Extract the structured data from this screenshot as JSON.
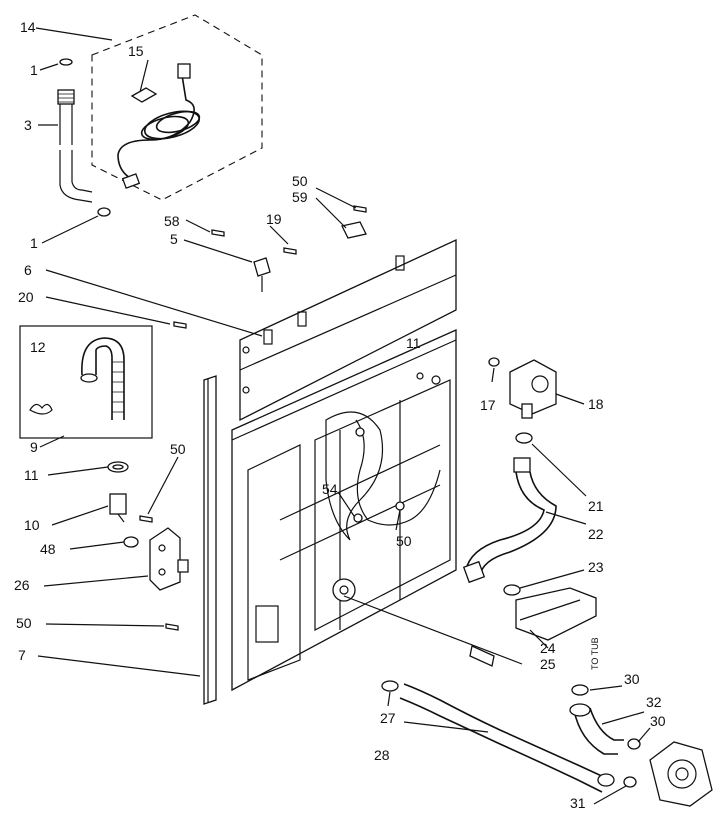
{
  "callouts": {
    "c1a": "1",
    "c1b": "1",
    "c3": "3",
    "c5": "5",
    "c6": "6",
    "c7": "7",
    "c9": "9",
    "c10": "10",
    "c11a": "11",
    "c11b": "11",
    "c12": "12",
    "c14": "14",
    "c15": "15",
    "c17": "17",
    "c18": "18",
    "c19": "19",
    "c20": "20",
    "c21": "21",
    "c22": "22",
    "c23": "23",
    "c24": "24",
    "c25": "25",
    "c26": "26",
    "c27": "27",
    "c28": "28",
    "c30a": "30",
    "c30b": "30",
    "c31": "31",
    "c32": "32",
    "c48": "48",
    "c50a": "50",
    "c50b": "50",
    "c50c": "50",
    "c50d": "50",
    "c54": "54",
    "c58": "58",
    "c59": "59"
  },
  "annotations": {
    "to_tub": "TO TUB"
  }
}
